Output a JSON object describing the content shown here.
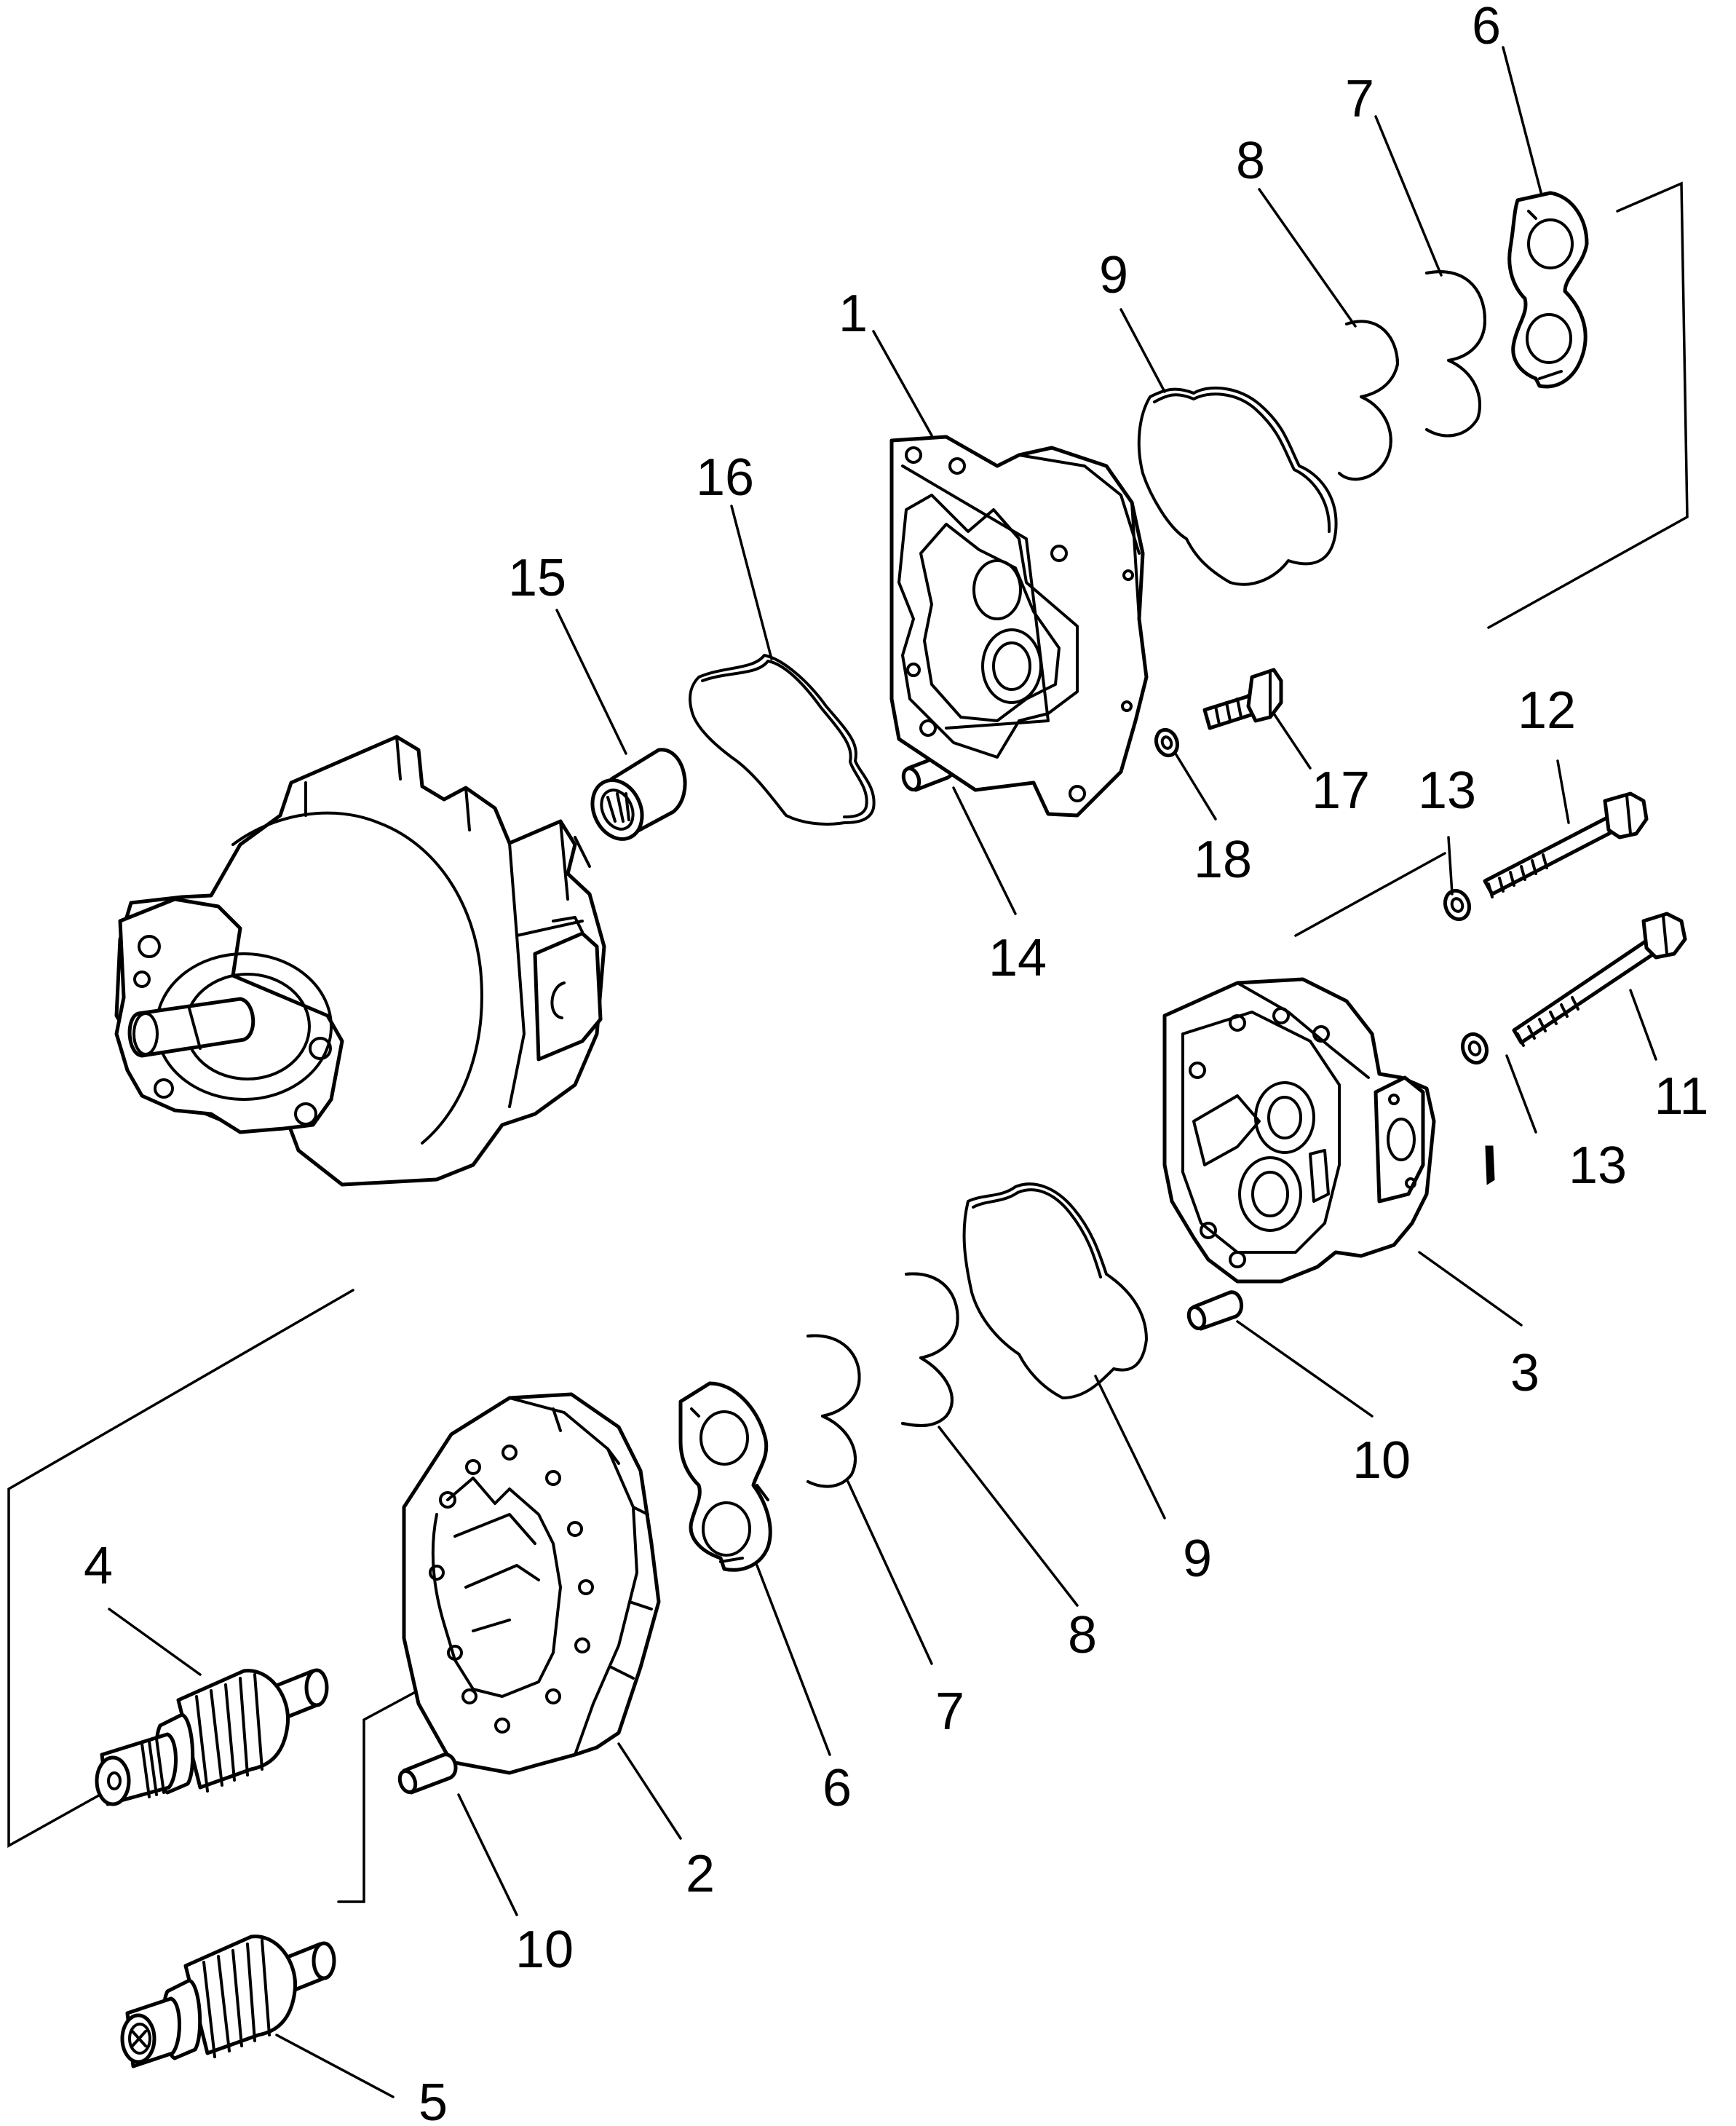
{
  "diagram": {
    "callouts": [
      "1",
      "2",
      "3",
      "4",
      "5",
      "6",
      "7",
      "8",
      "9",
      "10",
      "11",
      "12",
      "13",
      "14",
      "15",
      "16",
      "17",
      "18"
    ]
  }
}
